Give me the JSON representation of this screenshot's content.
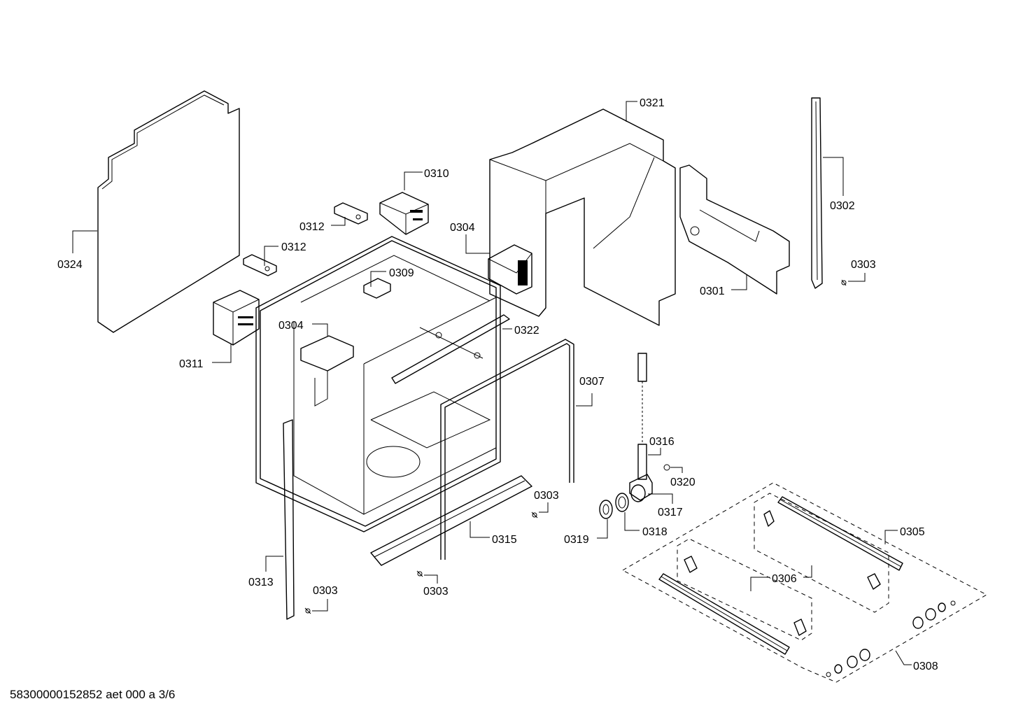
{
  "footer": "58300000152852 aet 000 a 3/6",
  "labels": {
    "l0324": "0324",
    "l0310": "0310",
    "l0312a": "0312",
    "l0312b": "0312",
    "l0309": "0309",
    "l0304a": "0304",
    "l0304b": "0304",
    "l0311": "0311",
    "l0321": "0321",
    "l0302": "0302",
    "l0303a": "0303",
    "l0301": "0301",
    "l0322": "0322",
    "l0307": "0307",
    "l0316": "0316",
    "l0320": "0320",
    "l0317": "0317",
    "l0318": "0318",
    "l0319": "0319",
    "l0303b": "0303",
    "l0315": "0315",
    "l0305": "0305",
    "l0306": "0306",
    "l0313": "0313",
    "l0303c": "0303",
    "l0303d": "0303",
    "l0308": "0308"
  }
}
